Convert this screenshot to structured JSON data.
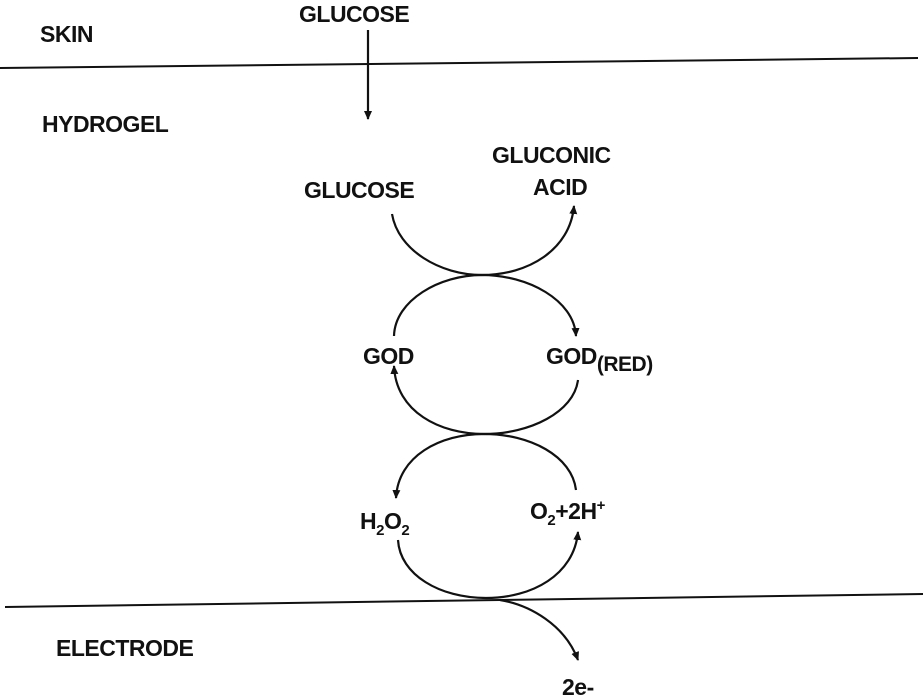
{
  "layers": {
    "skin": "SKIN",
    "hydrogel": "HYDROGEL",
    "electrode": "ELECTRODE"
  },
  "species": {
    "glucose_top": "GLUCOSE",
    "glucose": "GLUCOSE",
    "gluconic_line1": "GLUCONIC",
    "gluconic_line2": "ACID",
    "god": "GOD",
    "god_red_main": "GOD",
    "god_red_tag": "(RED)",
    "h2o2": {
      "h": "H",
      "two_a": "2",
      "o": "O",
      "two_b": "2"
    },
    "o2_2h": {
      "o": "O",
      "two": "2",
      "rest": "+2H",
      "plus": "+"
    },
    "electrons": "2e-"
  }
}
